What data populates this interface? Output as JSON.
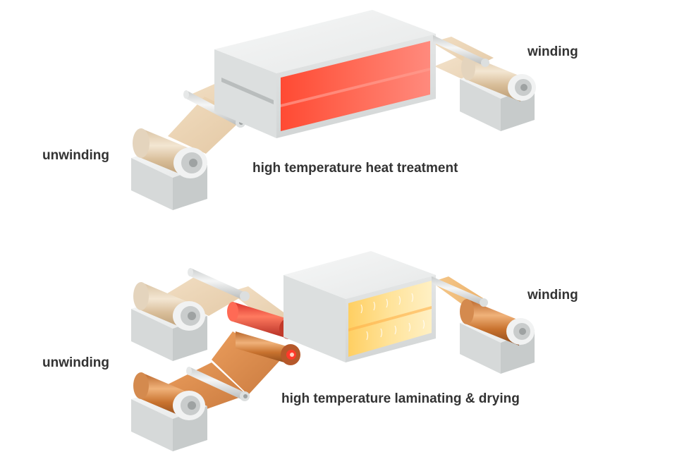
{
  "top_process": {
    "unwinding_label": "unwinding",
    "winding_label": "winding",
    "process_label": "high temperature heat treatment"
  },
  "bottom_process": {
    "unwinding_label": "unwinding",
    "winding_label": "winding",
    "process_label": "high temperature laminating & drying"
  },
  "colors": {
    "text": "#333333",
    "machine_gray": "#e3e6e6",
    "heat_red": "#ff5a4a",
    "dry_yellow": "#ffd870",
    "film_beige": "#e8c9a0",
    "film_copper": "#cf7a36"
  }
}
